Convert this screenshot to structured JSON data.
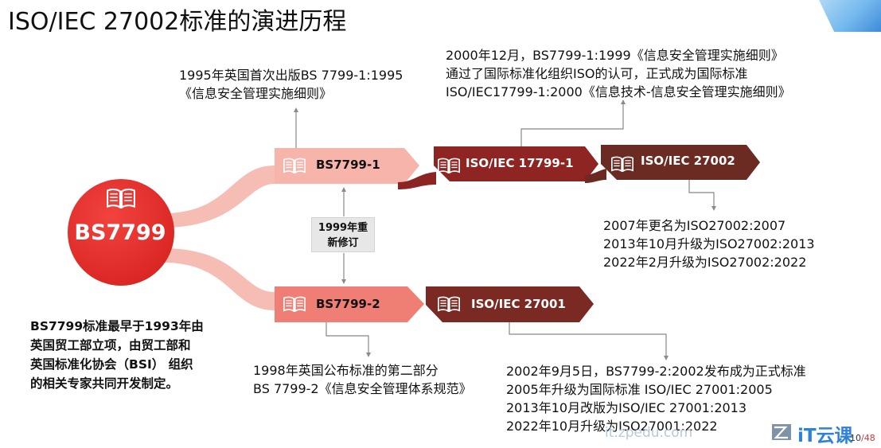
{
  "title": "ISO/IEC 27002标准的演进历程",
  "nodes": {
    "root": "BS7799",
    "bs1": "BS7799-1",
    "bs2": "BS7799-2",
    "iso17799": "ISO/IEC 17799-1",
    "iso27002": "ISO/IEC 27002",
    "iso27001": "ISO/IEC 27001"
  },
  "revision_box": [
    "1999年重",
    "新修订"
  ],
  "notes": {
    "bs1": [
      "1995年英国首次出版BS 7799-1:1995",
      "《信息安全管理实施细则》"
    ],
    "iso17799": [
      "2000年12月，BS7799-1:1999《信息安全管理实施细则》",
      "通过了国际标准化组织ISO的认可，正式成为国际标准",
      "ISO/IEC17799-1:2000《信息技术-信息安全管理实施细则》"
    ],
    "iso27002": [
      "2007年更名为ISO27002:2007",
      "2013年10月升级为ISO27002:2013",
      "2022年2月升级为ISO27002:2022"
    ],
    "bs2": [
      "1998年英国公布标准的第二部分",
      "BS 7799-2《信息安全管理体系规范》"
    ],
    "iso27001": [
      "2002年9月5日，BS7799-2:2002发布成为正式标准",
      "2005年升级为国际标准 ISO/IEC 27001:2005",
      "2013年10月改版为ISO/IEC 27001:2013",
      "2022年10月升级为ISO27001:2022"
    ],
    "bs7799": [
      "BS7799标准最早于1993年由",
      "英国贸工部立项，由贸工部和",
      "英国标准化协会（BSI） 组织",
      "的相关专家共同开发制定。"
    ]
  },
  "footer": {
    "watermark": "it.zpedu.com",
    "brand": "iT云课",
    "page": "10",
    "total": "/48"
  },
  "colors": {
    "red": "#e8322f",
    "pink": "#f4a9a0",
    "salmon": "#ef7c71",
    "dark_red": "#8b2422",
    "brown": "#6b2a22"
  },
  "icons": [
    "book-icon"
  ]
}
